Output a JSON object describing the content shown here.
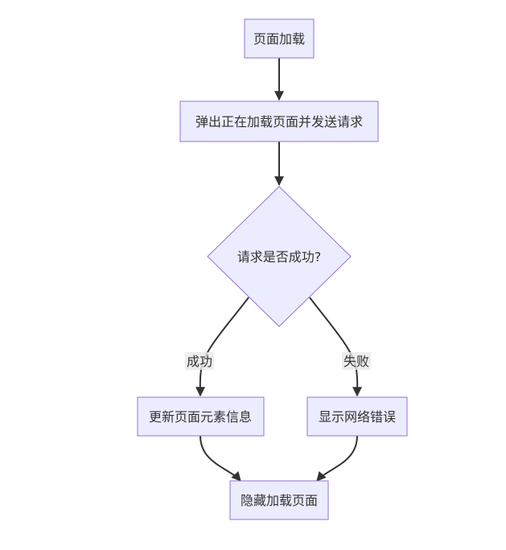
{
  "nodes": {
    "page_load": "页面加载",
    "popup_loading": "弹出正在加载页面并发送请求",
    "request_success": "请求是否成功?",
    "update_elements": "更新页面元素信息",
    "show_error": "显示网络错误",
    "hide_loading": "隐藏加载页面"
  },
  "edges": {
    "success_label": "成功",
    "failure_label": "失败"
  },
  "colors": {
    "node_fill": "#ececff",
    "node_stroke": "#9370db",
    "edge": "#333333",
    "label_bg": "#e8e8e8"
  }
}
